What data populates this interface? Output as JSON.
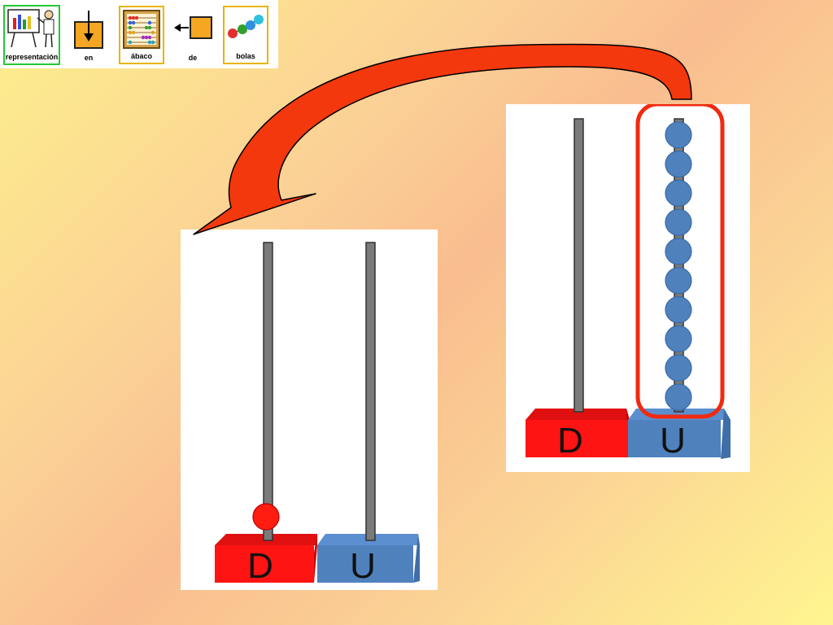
{
  "pictograms": [
    {
      "label": "representación",
      "icon": "teacher-board-icon"
    },
    {
      "label": "en",
      "icon": "arrow-into-box-icon"
    },
    {
      "label": "ábaco",
      "icon": "abacus-icon"
    },
    {
      "label": "de",
      "icon": "arrow-from-box-icon"
    },
    {
      "label": "bolas",
      "icon": "beads-icon"
    }
  ],
  "abacus_before": {
    "tens_label": "D",
    "units_label": "U",
    "tens_beads": 0,
    "units_beads": 10
  },
  "abacus_after": {
    "tens_label": "D",
    "units_label": "U",
    "tens_beads": 1,
    "units_beads": 0
  },
  "colors": {
    "tens": "#ff1d12",
    "units": "#4f81bd",
    "arrow": "#f4380d",
    "highlight": "#f02a10",
    "rod": "#7a7a7a"
  }
}
